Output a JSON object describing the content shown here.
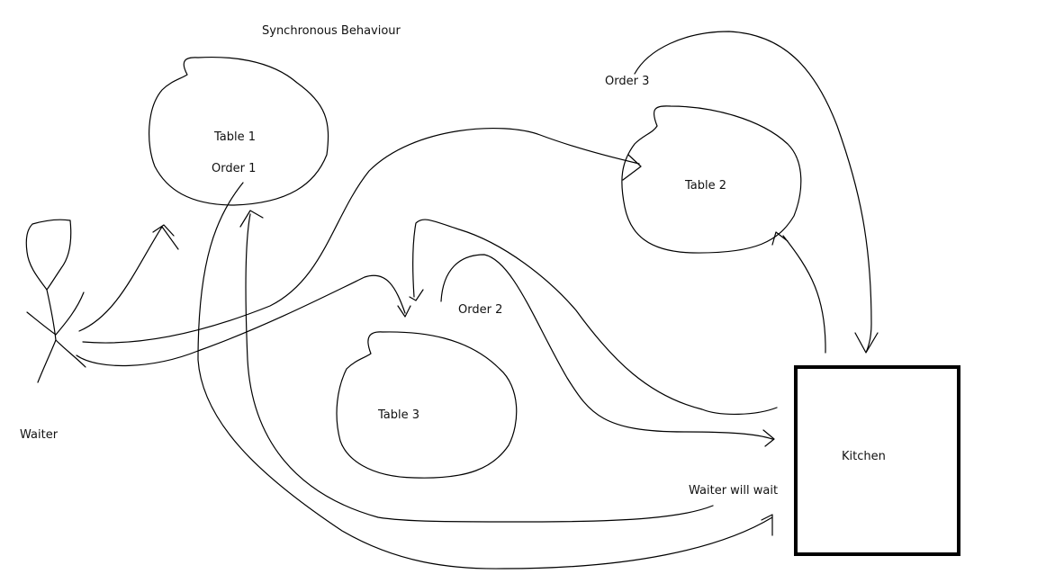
{
  "title": "Synchronous Behaviour",
  "nodes": {
    "table1": {
      "label": "Table 1",
      "order": "Order 1"
    },
    "table2": {
      "label": "Table 2",
      "order": "Order 3"
    },
    "table3": {
      "label": "Table 3",
      "order": "Order 2"
    },
    "waiter": {
      "label": "Waiter"
    },
    "kitchen": {
      "label": "Kitchen"
    }
  },
  "annotations": {
    "wait_note": "Waiter will wait"
  }
}
